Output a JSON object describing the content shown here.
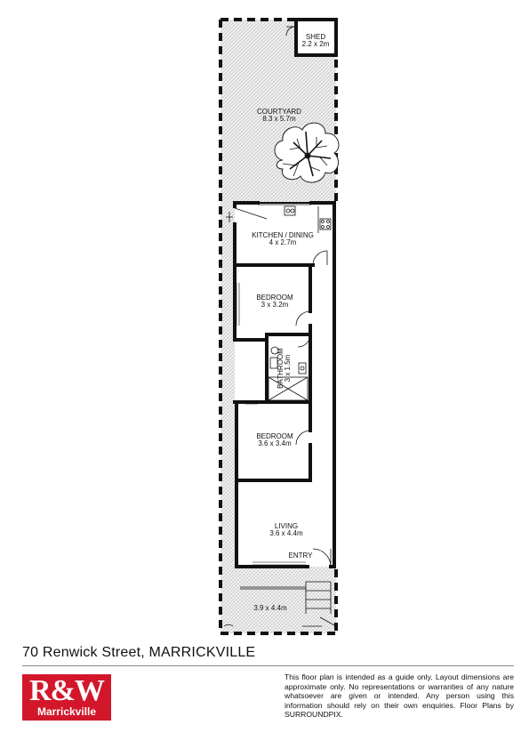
{
  "rooms": {
    "shed": {
      "name": "SHED",
      "size": "2.2 x 2m"
    },
    "courtyard": {
      "name": "COURTYARD",
      "size": "8.3 x 5.7m"
    },
    "kitchen": {
      "name": "KITCHEN / DINING",
      "size": "4 x 2.7m"
    },
    "bedroom1": {
      "name": "BEDROOM",
      "size": "3 x 3.2m"
    },
    "bathroom": {
      "name": "BATHROOM",
      "size": "3 x 1.5m"
    },
    "bedroom2": {
      "name": "BEDROOM",
      "size": "3.6 x 3.4m"
    },
    "living": {
      "name": "LIVING",
      "size": "3.6 x 4.4m"
    },
    "entry": {
      "name": "ENTRY"
    },
    "porch": {
      "size": "3.9 x 4.4m"
    }
  },
  "address": "70 Renwick Street, MARRICKVILLE",
  "logo": {
    "main": "R&W",
    "sub": "Marrickville",
    "color": "#d3172b"
  },
  "disclaimer": "This floor plan is intended as a guide only. Layout dimensions are approximate only. No representations or warranties of any nature whatsoever are given or intended. Any person using this information should rely on their own enquiries. Floor Plans by SURROUNDPIX."
}
